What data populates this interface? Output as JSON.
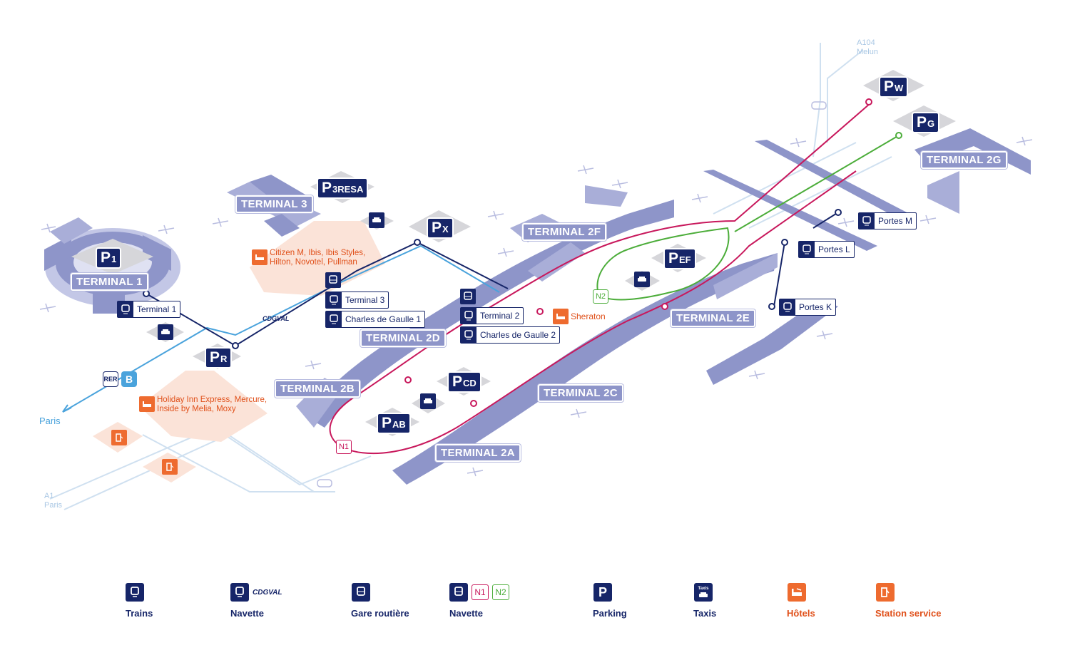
{
  "terminals": {
    "t1": "TERMINAL 1",
    "t3": "TERMINAL 3",
    "t2a": "TERMINAL 2A",
    "t2b": "TERMINAL 2B",
    "t2c": "TERMINAL 2C",
    "t2d": "TERMINAL 2D",
    "t2e": "TERMINAL 2E",
    "t2f": "TERMINAL 2F",
    "t2g": "TERMINAL 2G"
  },
  "parkings": {
    "p1": {
      "letter": "P",
      "sub": "1"
    },
    "p3resa": {
      "letter": "P",
      "sub": "3RESA"
    },
    "px": {
      "letter": "P",
      "sub": "X"
    },
    "pr": {
      "letter": "P",
      "sub": "R"
    },
    "pef": {
      "letter": "P",
      "sub": "EF"
    },
    "pcd": {
      "letter": "P",
      "sub": "CD"
    },
    "pab": {
      "letter": "P",
      "sub": "AB"
    },
    "pw": {
      "letter": "P",
      "sub": "W"
    },
    "pg": {
      "letter": "P",
      "sub": "G"
    }
  },
  "stops": {
    "terminal1": "Terminal 1",
    "terminal3": "Terminal 3",
    "cdg1": "Charles de Gaulle 1",
    "terminal2": "Terminal 2",
    "cdg2": "Charles de Gaulle 2",
    "portes_m": "Portes M",
    "portes_l": "Portes L",
    "portes_k": "Portes K"
  },
  "hotels": {
    "zone3_line1": "Citizen M,  Ibis, Ibis Styles,",
    "zone3_line2": "Hilton, Novotel, Pullman",
    "zoneR_line1": "Holiday Inn Express, Mercure,",
    "zoneR_line2": "Inside by Melia, Moxy",
    "sheraton": "Sheraton"
  },
  "labels": {
    "cdgval": "CDGVAL",
    "rer": "RER",
    "rer_line": "B",
    "paris": "Paris",
    "a1": "A1",
    "a1_dest": "Paris",
    "a104": "A104",
    "a104_dest": "Melun",
    "n1": "N1",
    "n2": "N2",
    "taxis_small": "Taxis"
  },
  "legend": {
    "trains": "Trains",
    "navette_cdgval": "Navette",
    "cdgval_logo": "CDGVAL",
    "gare_routiere": "Gare routière",
    "navette": "Navette",
    "n1": "N1",
    "n2": "N2",
    "parking": "Parking",
    "taxis": "Taxis",
    "taxis_icon_text": "Taxis",
    "hotels": "Hôtels",
    "station_service": "Station service"
  },
  "colors": {
    "navy": "#162568",
    "terminal_fill": "#8e95c9",
    "terminal_light": "#c3c7e6",
    "rer_blue": "#4aa3dc",
    "n1_magenta": "#c8185c",
    "n2_green": "#4cad3a",
    "hotel_orange": "#e0501a",
    "hotel_zone": "#fbe3d8"
  }
}
